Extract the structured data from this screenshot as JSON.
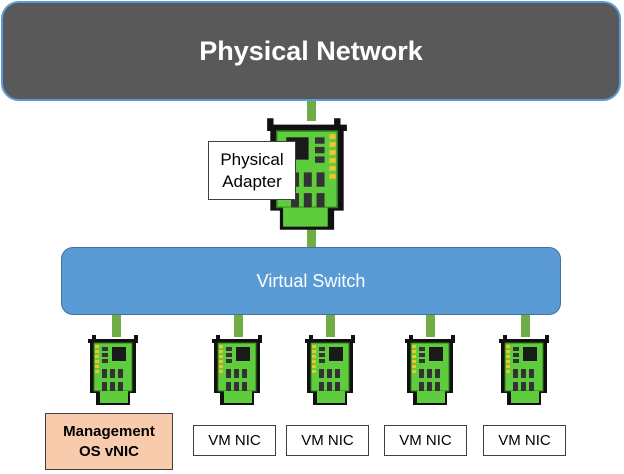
{
  "physical_network": {
    "label": "Physical Network"
  },
  "physical_adapter": {
    "label_line1": "Physical",
    "label_line2": "Adapter"
  },
  "virtual_switch": {
    "label": "Virtual Switch"
  },
  "management_nic": {
    "label_line1": "Management",
    "label_line2": "OS vNIC"
  },
  "vm_nics": [
    {
      "label": "VM NIC"
    },
    {
      "label": "VM NIC"
    },
    {
      "label": "VM NIC"
    },
    {
      "label": "VM NIC"
    }
  ],
  "colors": {
    "physical_network_fill": "#595959",
    "border_blue": "#5b9bd5",
    "virtual_switch_fill": "#5b9bd5",
    "wire_green": "#70ad47",
    "nic_green": "#5fcc3e",
    "management_fill": "#f8cbad"
  }
}
